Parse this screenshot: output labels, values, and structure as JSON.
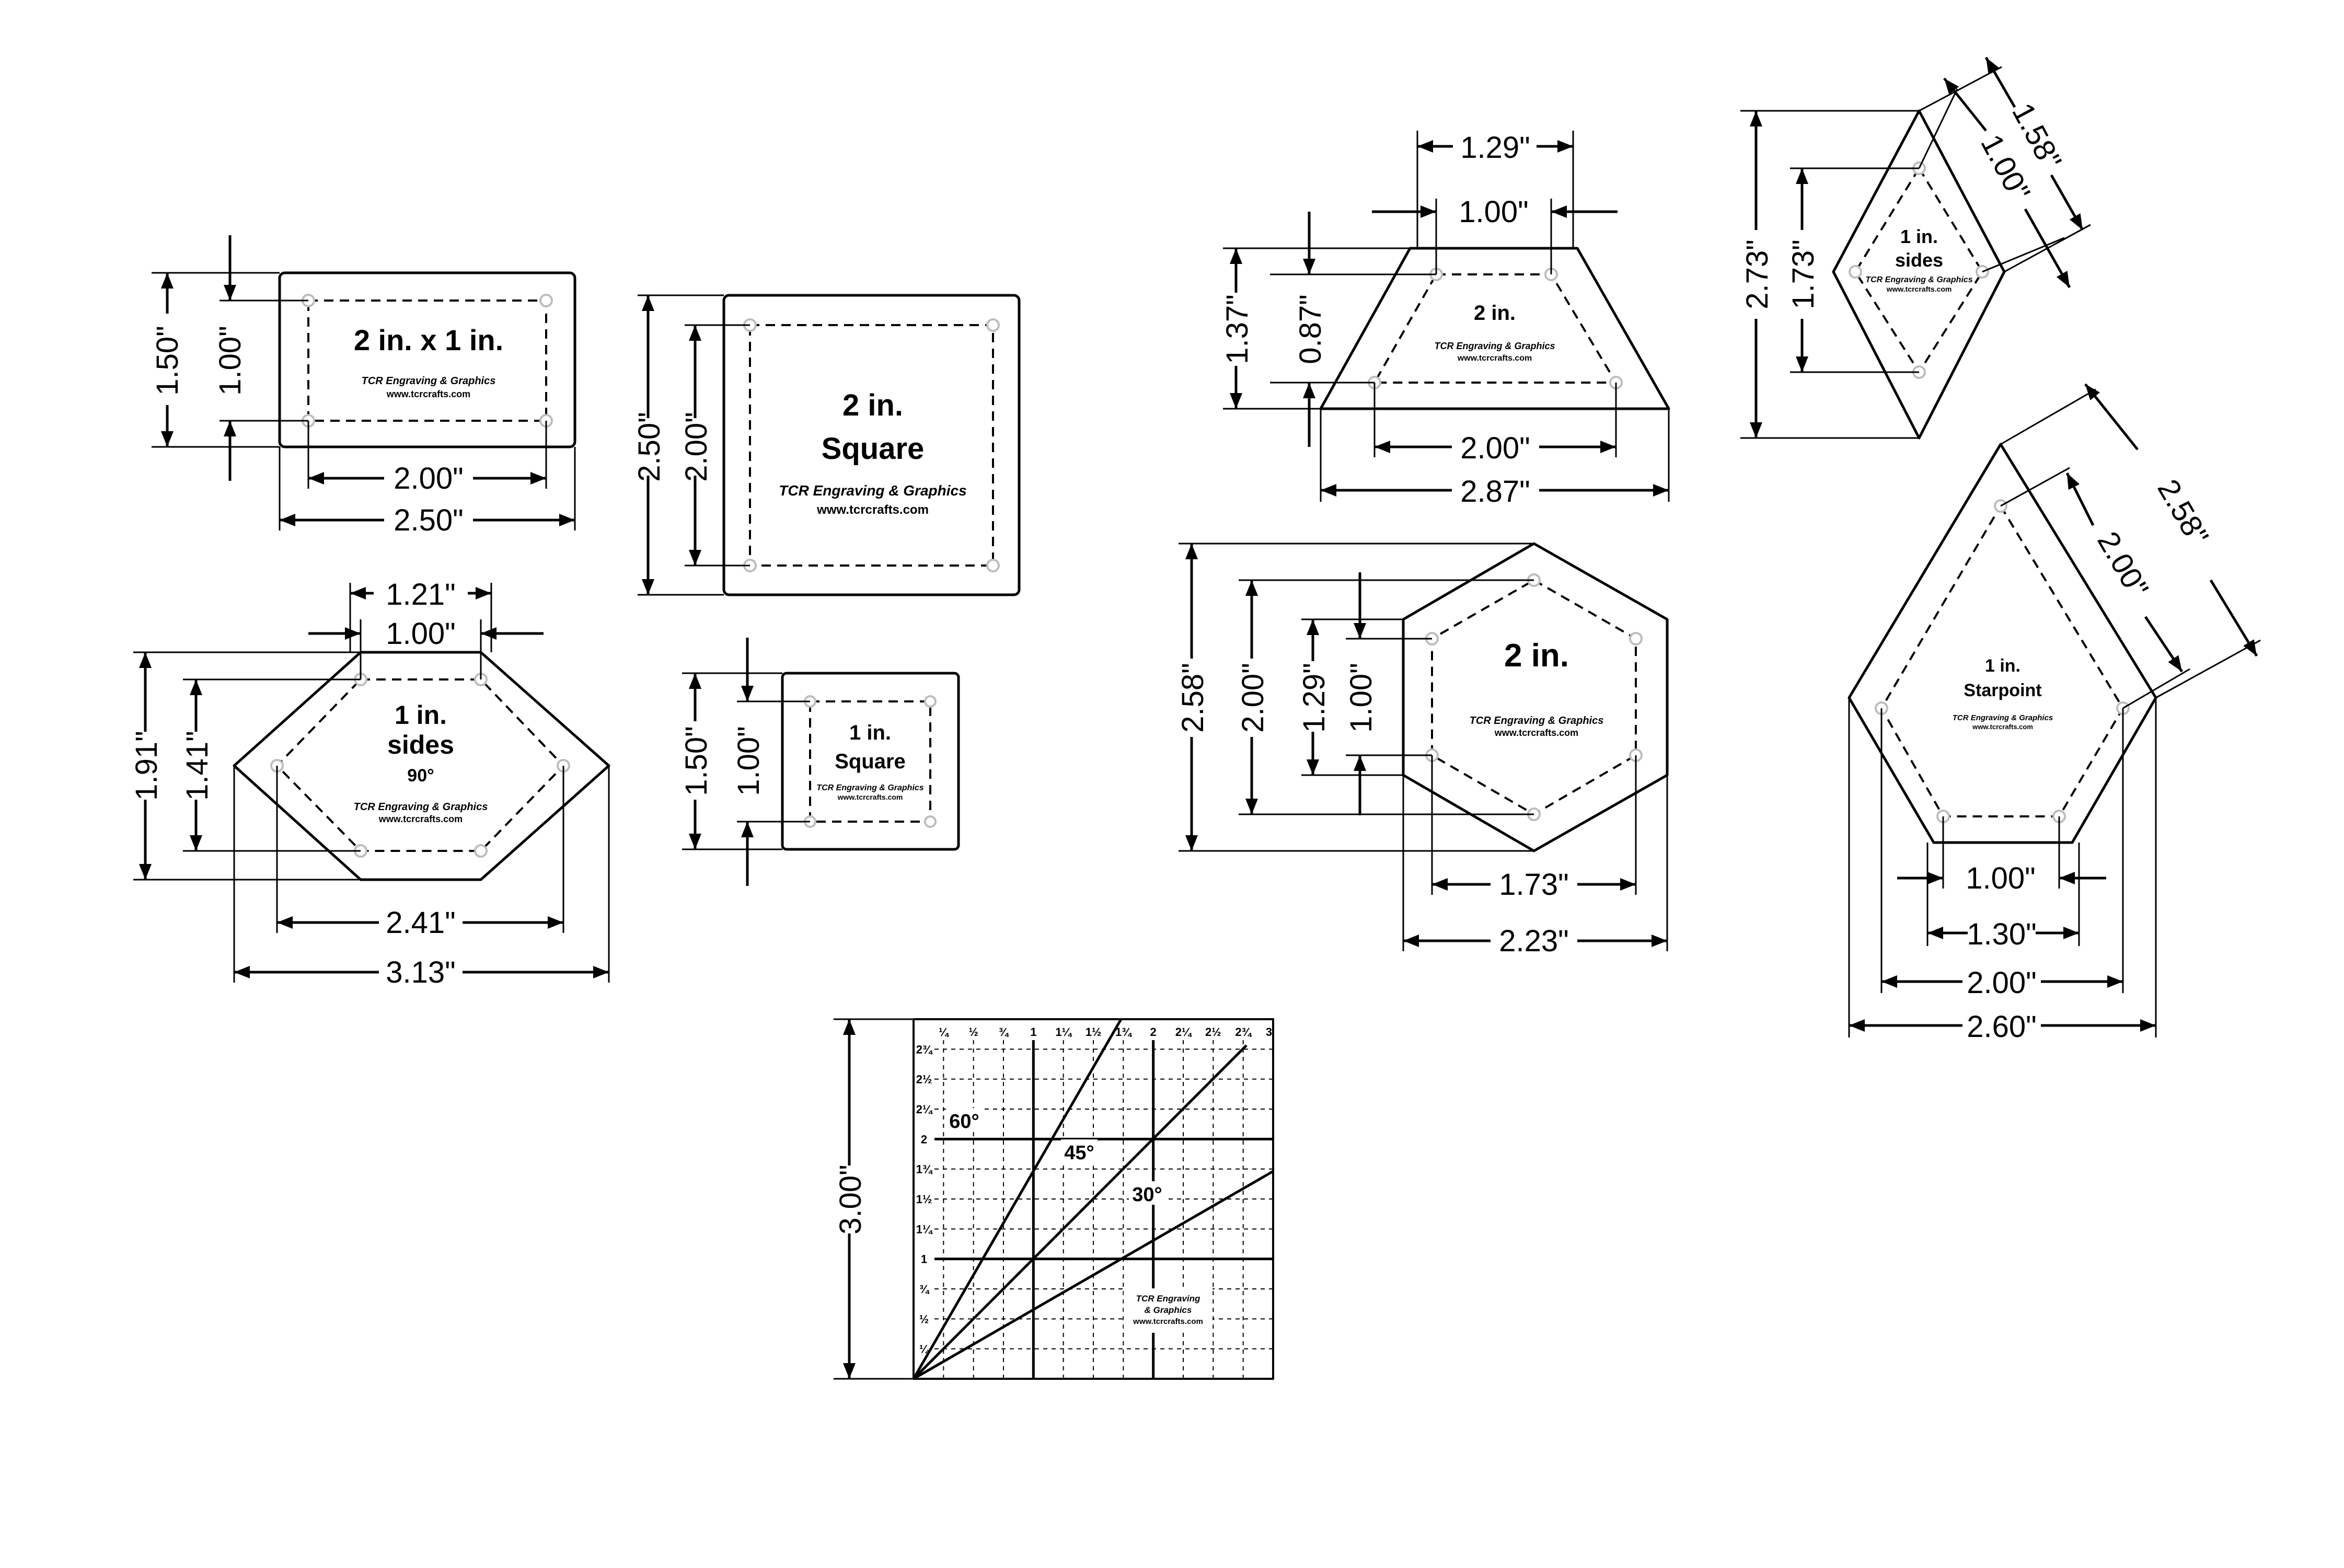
{
  "brand_line1": "TCR Engraving & Graphics",
  "brand_split_a": "TCR Engraving",
  "brand_split_b": "& Graphics",
  "website": "www.tcrcrafts.com",
  "templates": {
    "rect": {
      "label": "2 in. x 1 in.",
      "dims": [
        "1.50\"",
        "1.00\"",
        "2.00\"",
        "2.50\""
      ]
    },
    "square2": {
      "label1": "2 in.",
      "label2": "Square",
      "dims": [
        "2.50\"",
        "2.00\""
      ]
    },
    "square1": {
      "label1": "1 in.",
      "label2": "Square",
      "dims": [
        "1.50\"",
        "1.00\""
      ]
    },
    "hex_wide": {
      "label1": "1 in.",
      "label2": "sides",
      "label3": "90°",
      "dims": [
        "1.21\"",
        "1.00\"",
        "1.91\"",
        "1.41\"",
        "2.41\"",
        "3.13\""
      ]
    },
    "trapezoid": {
      "label": "2 in.",
      "dims": [
        "1.29\"",
        "1.00\"",
        "1.37\"",
        "0.87\"",
        "2.00\"",
        "2.87\""
      ]
    },
    "hex_tall": {
      "label": "2 in.",
      "dims": [
        "2.58\"",
        "2.00\"",
        "1.29\"",
        "1.00\"",
        "1.73\"",
        "2.23\""
      ]
    },
    "diamond": {
      "label1": "1 in.",
      "label2": "sides",
      "dims": [
        "2.73\"",
        "1.73\"",
        "1.58\"",
        "1.00\""
      ]
    },
    "starpoint": {
      "label1": "1 in.",
      "label2": "Starpoint",
      "dims": [
        "2.58\"",
        "2.00\"",
        "1.00\"",
        "1.30\"",
        "2.00\"",
        "2.60\""
      ]
    },
    "ruler": {
      "height": "3.00\"",
      "x_ticks": [
        "¼",
        "½",
        "¾",
        "1",
        "1¼",
        "1½",
        "1¾",
        "2",
        "2¼",
        "2½",
        "2¾",
        "3"
      ],
      "y_ticks": [
        "2¾",
        "2½",
        "2¼",
        "2",
        "1¾",
        "1½",
        "1¼",
        "1",
        "¾",
        "½",
        "¼"
      ],
      "angles": [
        "60°",
        "45°",
        "30°"
      ]
    }
  }
}
